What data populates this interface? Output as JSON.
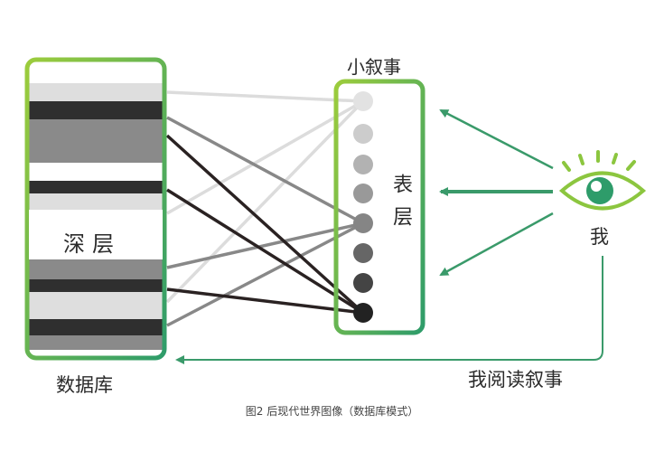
{
  "labels": {
    "database": "数据库",
    "small_narrative": "小叙事",
    "deep_layer": "深层",
    "surface_layer": "表层",
    "me": "我",
    "i_read_narrative": "我阅读叙事"
  },
  "caption": "图2  后现代世界图像（数据库模式）",
  "colors": {
    "frame_green_light": "#8cc63f",
    "frame_green_dark": "#2e9c6a",
    "arrow_green": "#3a9a6a",
    "node_gray_light": "#dcdcdc",
    "node_gray_dark": "#222222",
    "band_dark": "#2f2f2f",
    "band_mid": "#888888",
    "band_light": "#dedede"
  },
  "icons": {
    "eye": "eye-icon"
  }
}
